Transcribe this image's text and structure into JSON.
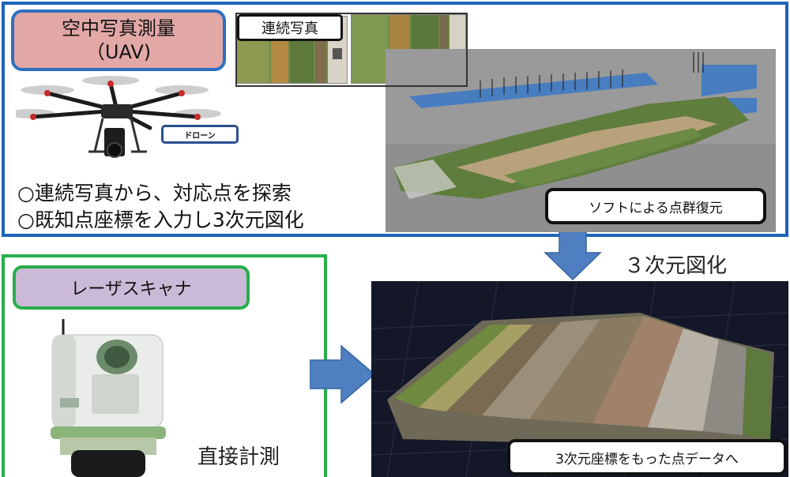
{
  "uav": {
    "title_line1": "空中写真測量",
    "title_line2": "（UAV)",
    "photos_label": "連続写真",
    "drone_label": "ドローン",
    "bullet1": "○連続写真から、対応点を探索",
    "bullet2": "○既知点座標を入力し3次元図化",
    "pointcloud_label": "ソフトによる点群復元"
  },
  "flow": {
    "plot_label": "３次元図化"
  },
  "laser": {
    "title": "レーザスキャナ",
    "direct_label": "直接計測"
  },
  "model": {
    "label": "3次元座標をもった点データへ"
  },
  "colors": {
    "uav_border": "#1e64b8",
    "laser_border": "#28ae4a",
    "uav_title_bg": "#e2a8a6",
    "laser_title_bg": "#cbbad7",
    "arrow": "#4f7fc0"
  }
}
